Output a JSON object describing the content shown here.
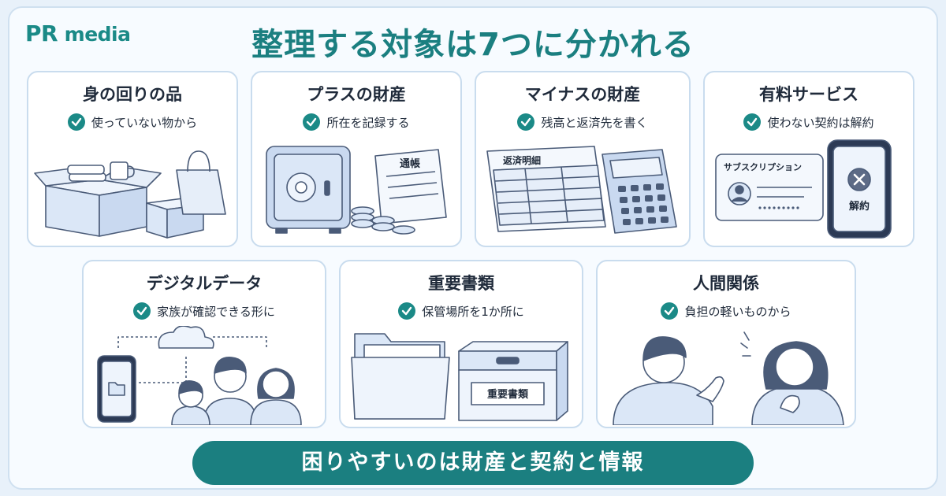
{
  "logo": {
    "pr": "PR",
    "media": "media"
  },
  "title": "整理する対象は7つに分かれる",
  "cards": [
    {
      "title": "身の回りの品",
      "sub": "使っていない物から"
    },
    {
      "title": "プラスの財産",
      "sub": "所在を記録する",
      "label": "通帳"
    },
    {
      "title": "マイナスの財産",
      "sub": "残高と返済先を書く",
      "label": "返済明細"
    },
    {
      "title": "有料サービス",
      "sub": "使わない契約は解約",
      "label": "サブスクリプション",
      "button": "解約"
    },
    {
      "title": "デジタルデータ",
      "sub": "家族が確認できる形に"
    },
    {
      "title": "重要書類",
      "sub": "保管場所を1か所に",
      "label": "重要書類"
    },
    {
      "title": "人間関係",
      "sub": "負担の軽いものから"
    }
  ],
  "banner": "困りやすいのは財産と契約と情報",
  "colors": {
    "accent": "#1b8a87",
    "banner": "#1b7f80",
    "card_border": "#c9dcee",
    "illus_fill": "#dbe7f7",
    "illus_stroke": "#4a5b78"
  }
}
